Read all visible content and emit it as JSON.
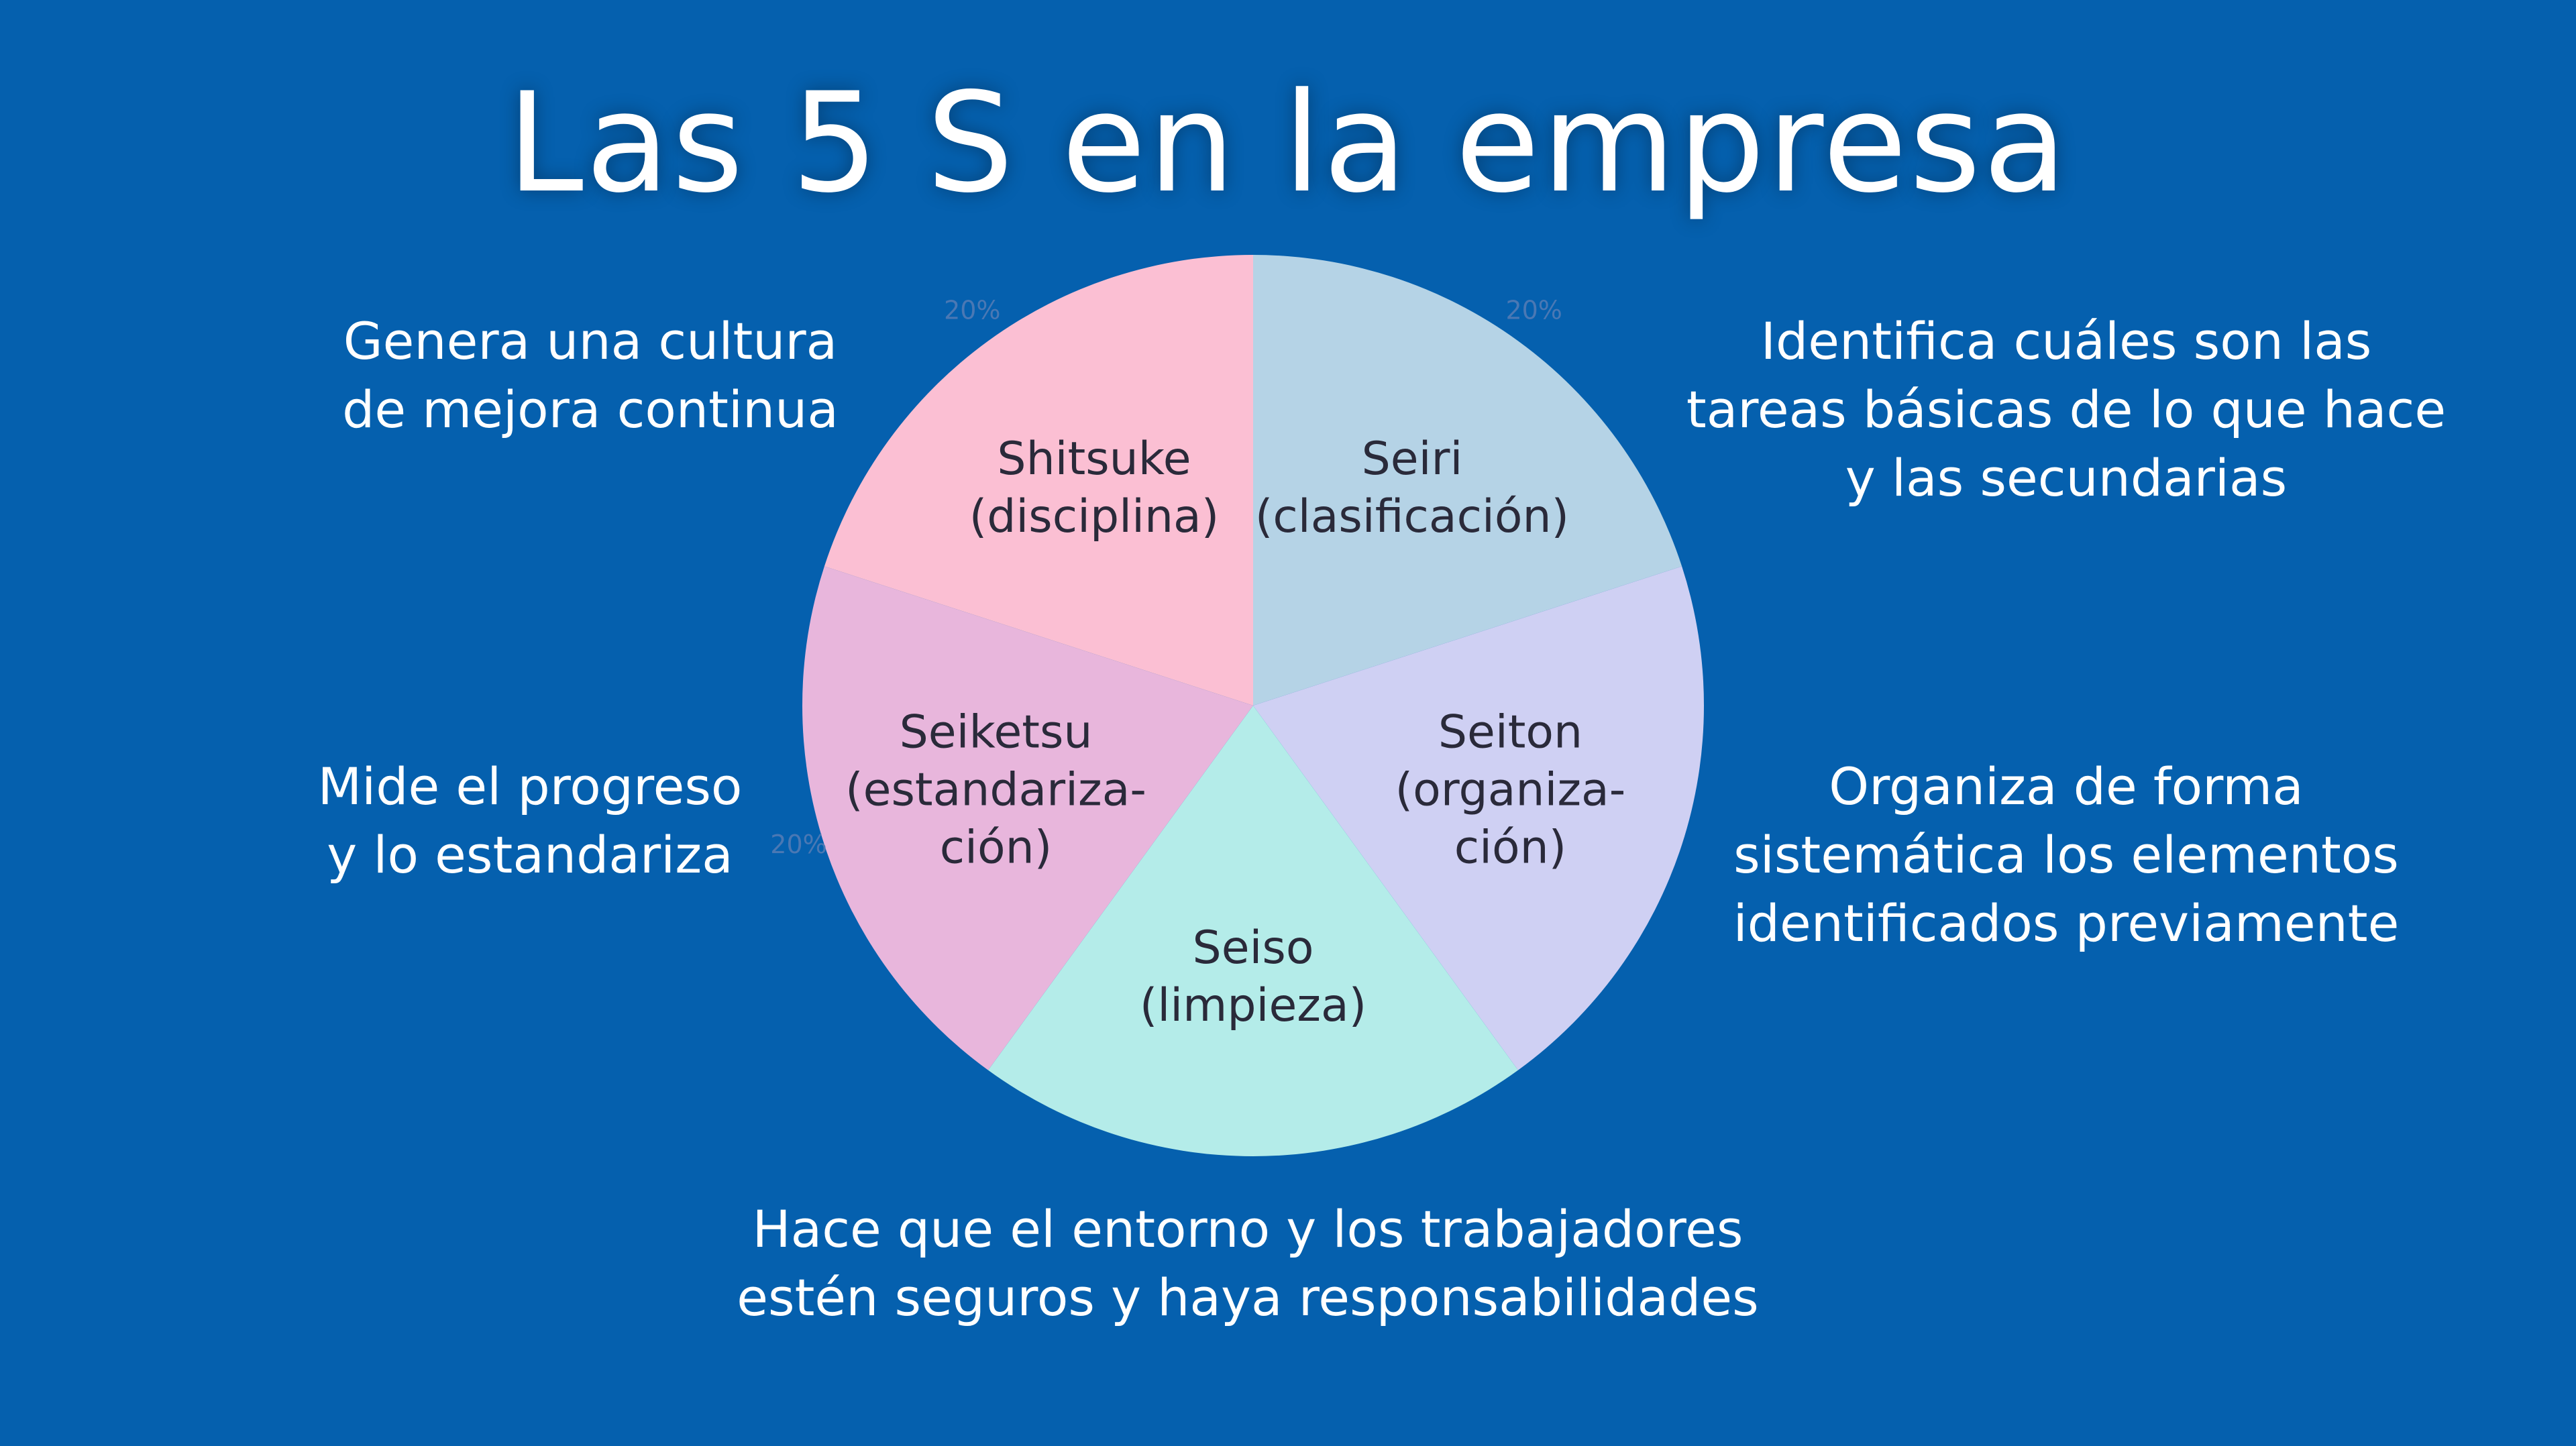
{
  "title": "Las 5 S en la empresa",
  "descriptions": {
    "shitsuke": [
      "Genera una cultura",
      "de mejora continua"
    ],
    "seiri": [
      "Identifica cuáles son las",
      "tareas básicas de lo que hace",
      "y las secundarias"
    ],
    "seiketsu": [
      "Mide el progreso",
      "y lo estandariza"
    ],
    "seiton": [
      "Organiza de forma",
      "sistemática los elementos",
      "identificados previamente"
    ],
    "seiso": [
      "Hace que el entorno y los trabajadores",
      "estén seguros y haya responsabilidades"
    ]
  },
  "chart_data": {
    "type": "pie",
    "title": "Las 5 S en la empresa",
    "start": "12 o'clock, clockwise",
    "slices": [
      {
        "key": "seiri",
        "label_lines": [
          "Seiri",
          "(clasificación)"
        ],
        "value": 20,
        "color": "#b5d3e6"
      },
      {
        "key": "seiton",
        "label_lines": [
          "Seiton",
          "(organiza-",
          "ción)"
        ],
        "value": 20,
        "color": "#cfd0f3"
      },
      {
        "key": "seiso",
        "label_lines": [
          "Seiso",
          "(limpieza)"
        ],
        "value": 20,
        "color": "#b4ece9"
      },
      {
        "key": "seiketsu",
        "label_lines": [
          "Seiketsu",
          "(estandariza-",
          "ción)"
        ],
        "value": 20,
        "color": "#e8b6dc"
      },
      {
        "key": "shitsuke",
        "label_lines": [
          "Shitsuke",
          "(disciplina)"
        ],
        "value": 20,
        "color": "#fbbfd3"
      }
    ],
    "percent_labels": [
      {
        "slice": "shitsuke",
        "text": "20%"
      },
      {
        "slice": "seiri",
        "text": "20%"
      },
      {
        "slice": "seiketsu",
        "text": "20%"
      }
    ]
  }
}
